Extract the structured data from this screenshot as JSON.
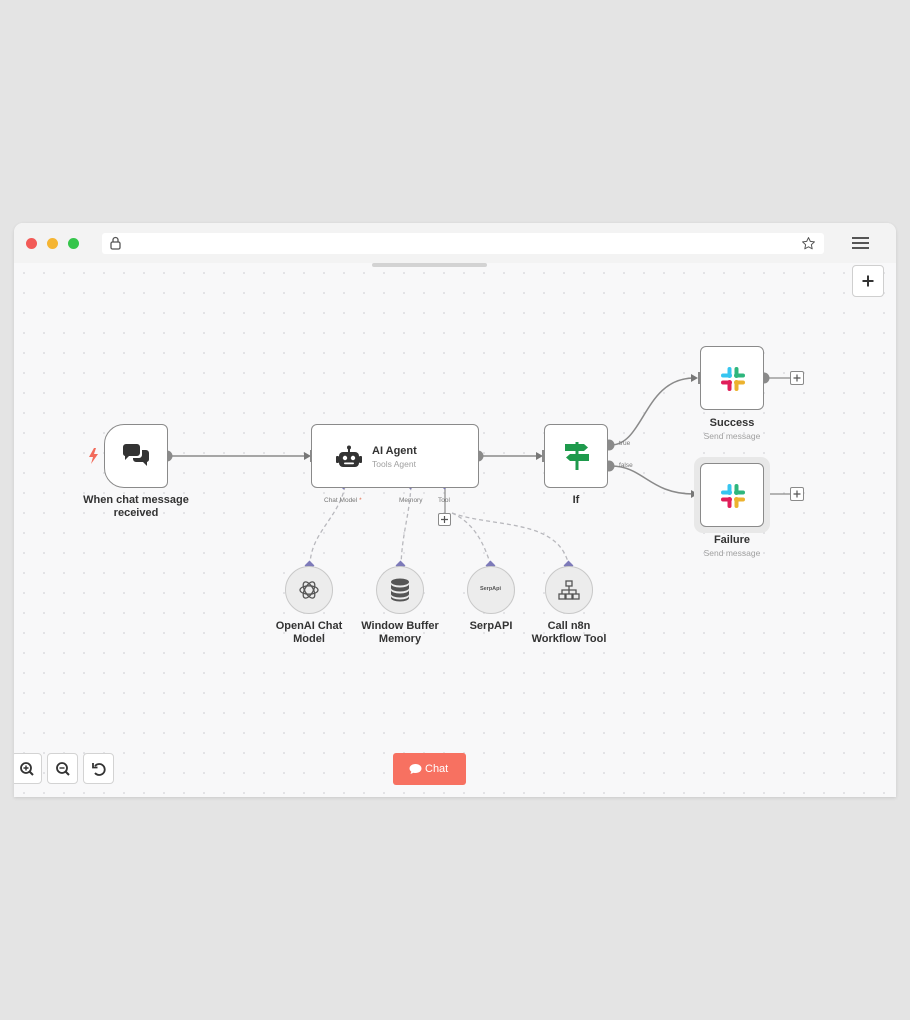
{
  "browser": {
    "url": ""
  },
  "nodes": {
    "trigger": {
      "label": "When chat message received"
    },
    "agent": {
      "title": "AI Agent",
      "subtitle": "Tools Agent"
    },
    "if": {
      "label": "If"
    },
    "success": {
      "title": "Success",
      "subtitle": "Send message"
    },
    "failure": {
      "title": "Failure",
      "subtitle": "Send message"
    }
  },
  "handles": {
    "chat_model": "Chat Model",
    "chat_model_required": "*",
    "memory": "Memory",
    "tool": "Tool",
    "if_true": "true",
    "if_false": "false"
  },
  "sub_nodes": {
    "openai": {
      "label_line1": "OpenAI Chat",
      "label_line2": "Model"
    },
    "memory": {
      "label_line1": "Window Buffer",
      "label_line2": "Memory"
    },
    "serpapi": {
      "label": "SerpAPI",
      "icon_text": "SerpApi"
    },
    "n8n_tool": {
      "label_line1": "Call n8n",
      "label_line2": "Workflow Tool"
    }
  },
  "controls": {
    "chat_button": "Chat"
  },
  "colors": {
    "accent": "#f77161",
    "trigger_bolt": "#f26b5b",
    "if_green": "#1e9a4c",
    "handle_diamond": "#7d7ab9",
    "edge": "#8a8a8a"
  },
  "icons": {
    "trigger": "chat-bubbles-icon",
    "agent": "robot-icon",
    "if": "signpost-icon",
    "success": "slack-icon",
    "failure": "slack-icon",
    "openai": "openai-icon",
    "memory": "database-icon",
    "n8n_tool": "sitemap-icon",
    "zoom_in": "zoom-in-icon",
    "zoom_out": "zoom-out-icon",
    "reset": "undo-icon",
    "add": "plus-icon"
  }
}
